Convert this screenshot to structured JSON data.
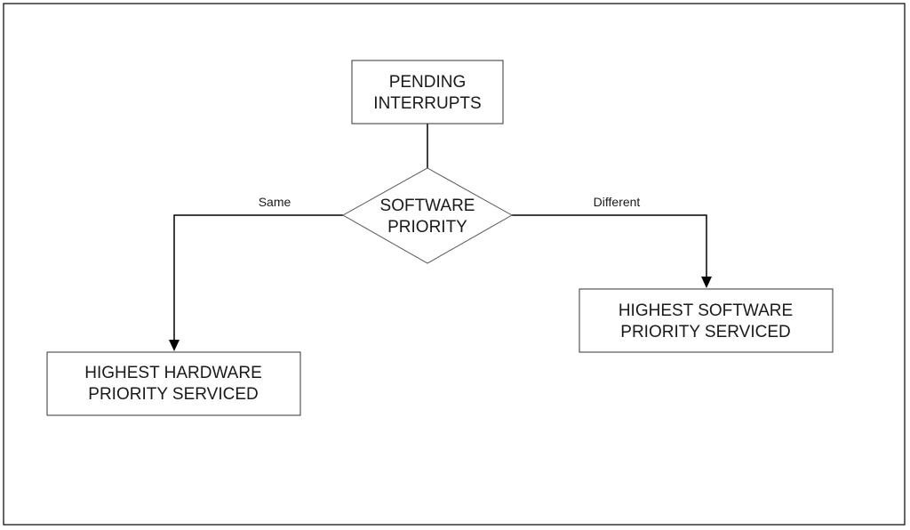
{
  "nodes": {
    "pending": {
      "line1": "PENDING",
      "line2": "INTERRUPTS"
    },
    "decision": {
      "line1": "SOFTWARE",
      "line2": "PRIORITY"
    },
    "hardware": {
      "line1": "HIGHEST HARDWARE",
      "line2": "PRIORITY SERVICED"
    },
    "software": {
      "line1": "HIGHEST SOFTWARE",
      "line2": "PRIORITY SERVICED"
    }
  },
  "edges": {
    "same": "Same",
    "different": "Different"
  }
}
